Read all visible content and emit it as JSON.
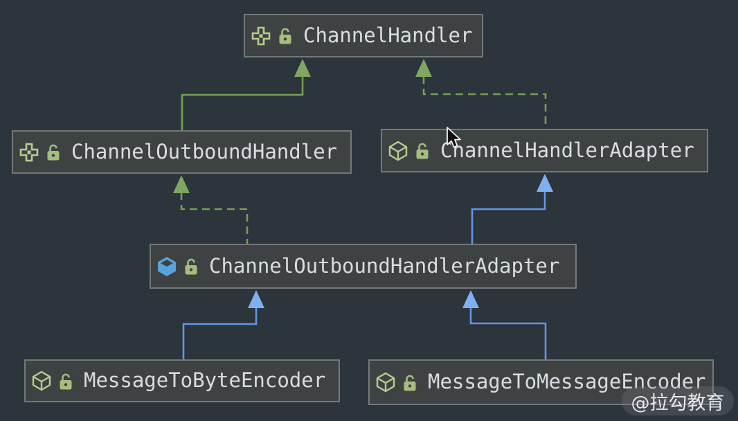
{
  "diagram": {
    "nodes": [
      {
        "label": "ChannelHandler",
        "type": "interface",
        "icons": [
          "interface-icon",
          "lock-icon"
        ]
      },
      {
        "label": "ChannelOutboundHandler",
        "type": "interface",
        "icons": [
          "interface-icon",
          "lock-icon"
        ]
      },
      {
        "label": "ChannelHandlerAdapter",
        "type": "class",
        "icons": [
          "class-icon",
          "lock-icon"
        ]
      },
      {
        "label": "ChannelOutboundHandlerAdapter",
        "type": "class-selected",
        "icons": [
          "class-icon-blue",
          "lock-icon"
        ]
      },
      {
        "label": "MessageToByteEncoder",
        "type": "class",
        "icons": [
          "class-icon",
          "lock-icon"
        ]
      },
      {
        "label": "MessageToMessageEncoder",
        "type": "class",
        "icons": [
          "class-icon",
          "lock-icon"
        ]
      }
    ],
    "edges": [
      {
        "from": "ChannelOutboundHandler",
        "to": "ChannelHandler",
        "relation": "extends",
        "style": "solid-green"
      },
      {
        "from": "ChannelHandlerAdapter",
        "to": "ChannelHandler",
        "relation": "implements",
        "style": "dashed-green"
      },
      {
        "from": "ChannelOutboundHandlerAdapter",
        "to": "ChannelOutboundHandler",
        "relation": "implements",
        "style": "dashed-green"
      },
      {
        "from": "ChannelOutboundHandlerAdapter",
        "to": "ChannelHandlerAdapter",
        "relation": "extends",
        "style": "solid-blue"
      },
      {
        "from": "MessageToByteEncoder",
        "to": "ChannelOutboundHandlerAdapter",
        "relation": "extends",
        "style": "solid-blue"
      },
      {
        "from": "MessageToMessageEncoder",
        "to": "ChannelOutboundHandlerAdapter",
        "relation": "extends",
        "style": "solid-blue"
      }
    ]
  },
  "watermark": {
    "text": "@拉勾教育"
  },
  "colors": {
    "background": "#2c343c",
    "node_fill": "#3f4243",
    "node_border": "#75787a",
    "label_text": "#d9dde3",
    "green_edge": "#75a054",
    "green_arrow": "#7fa761",
    "blue_edge": "#6396e3",
    "blue_arrow": "#7fb0f0",
    "icon_green": "#b9cc8e",
    "icon_blue": "#57a3dc"
  }
}
